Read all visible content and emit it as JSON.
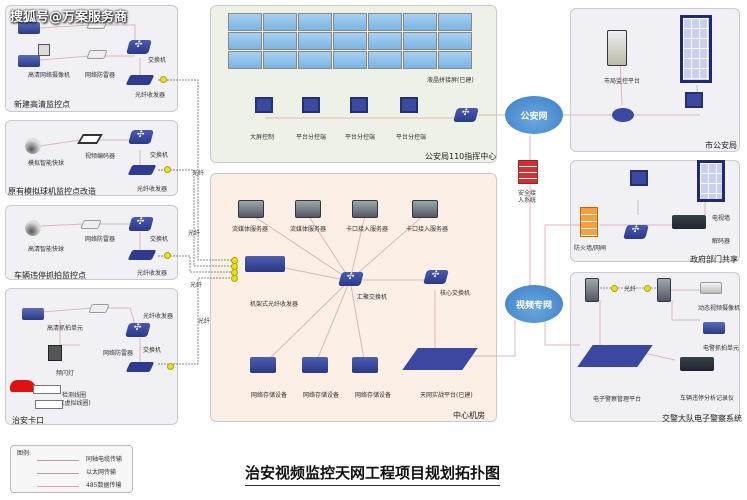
{
  "watermark": "搜狐号@万案服务商",
  "title": "治安视频监控天网工程项目规划拓扑图",
  "colors": {
    "device_blue": "#2e3b8f",
    "cloud": "#3a7ec4",
    "fiber_dot": "#e6e020",
    "center_top_bg": "#eef2e6",
    "center_bottom_bg": "#fbefe6",
    "panel_bg": "#f1f1f5"
  },
  "panels": {
    "hd": {
      "title": "新建高清监控点",
      "camera": "高清网络摄像机",
      "arrester": "网络防雷器",
      "switch": "交换机",
      "transceiver": "光纤收发器"
    },
    "analog": {
      "title": "原有模拟球机监控点改造",
      "dome": "模拟智能快球",
      "encoder": "视频编码器",
      "switch": "交换机",
      "transceiver": "光纤收发器"
    },
    "parking": {
      "title": "车辆违停抓拍监控点",
      "dome": "高清智能快球",
      "arrester": "网络防雷器",
      "switch": "交换机",
      "transceiver": "光纤收发器"
    },
    "checkpoint": {
      "title": "治安卡口",
      "capture": "高清抓拍单元",
      "flash": "频闪灯",
      "arrester": "网络防雷器",
      "transceiver": "光纤收发器",
      "switch": "交换机",
      "loop": "检测线圈",
      "loop2": "(虚拟线圈)"
    },
    "command": {
      "title": "公安局110指挥中心",
      "wall": "液晶拼接屏(已建)",
      "big": "大屏控制",
      "client1": "平台分控端",
      "client2": "平台分控端",
      "client3": "平台分控端"
    },
    "center": {
      "title": "中心机房",
      "s1": "流媒体服务器",
      "s2": "流媒体服务器",
      "s3": "卡口接入服务器",
      "s4": "卡口接入服务器",
      "rack": "机架式光纤收发器",
      "agg": "汇聚交换机",
      "core": "核心交换机",
      "st1": "网络存储设备",
      "st2": "网络存储设备",
      "st3": "网络存储设备",
      "platform": "天网实战平台(已建)"
    },
    "city": {
      "title": "市公安局",
      "platform": "市局监控平台"
    },
    "gov": {
      "title": "政府部门共享",
      "firewall": "防火墙/网闸",
      "tvwall": "电视墙",
      "decoder": "解码器"
    },
    "traffic": {
      "title": "交警大队电子警察系统",
      "fiber": "光纤",
      "dyn": "动态视频摄像机",
      "capture": "电警抓拍单元",
      "mgmt": "电子警察管理平台",
      "recorder": "车辆违停分析记录仪"
    }
  },
  "network": {
    "police": "公安网",
    "video": "视频专网",
    "security1": "安全接",
    "security2": "入系统",
    "fiber1": "光纤",
    "fiber2": "光纤",
    "fiber3": "光纤",
    "fiber4": "光纤"
  },
  "legend": {
    "title": "图例:",
    "items": [
      {
        "label": "同轴电缆传输",
        "color": "#c99"
      },
      {
        "label": "以太网传输",
        "color": "#b9b"
      },
      {
        "label": "485数据传输",
        "color": "#e9b"
      }
    ]
  }
}
